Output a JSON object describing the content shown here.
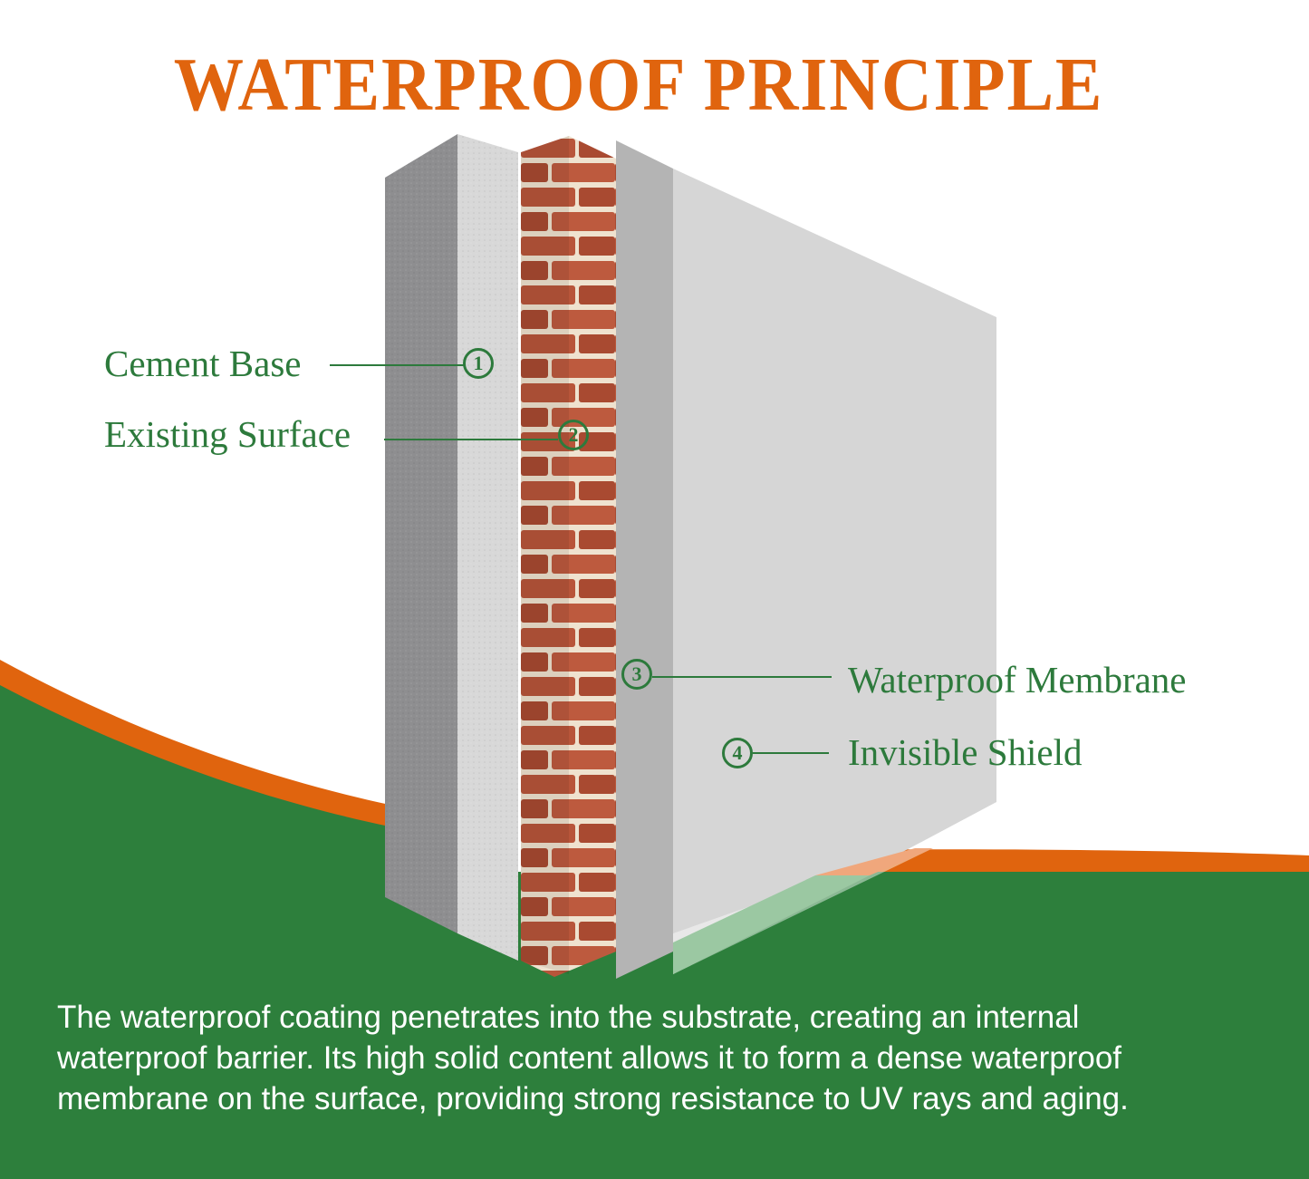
{
  "title": "WATERPROOF PRINCIPLE",
  "colors": {
    "title_orange": "#e0640e",
    "band_orange": "#e0640e",
    "band_green": "#2d7f3c",
    "label_green": "#2d7a3c",
    "cement_dark": "#8e8e90",
    "cement_light": "#d8d8d8",
    "brick": "#b8553a",
    "mortar": "#efe2cf",
    "membrane": "#b4b4b4",
    "shield": "#d6d6d6"
  },
  "layers": [
    {
      "number": "1",
      "label": "Cement Base"
    },
    {
      "number": "2",
      "label": "Existing Surface"
    },
    {
      "number": "3",
      "label": "Waterproof Membrane"
    },
    {
      "number": "4",
      "label": "Invisible Shield"
    }
  ],
  "description": {
    "lines": [
      "The waterproof coating penetrates into the substrate, creating an internal",
      "waterproof barrier. Its high solid content allows it to form a dense waterproof",
      "membrane on the surface, providing strong resistance to UV rays and aging."
    ]
  }
}
